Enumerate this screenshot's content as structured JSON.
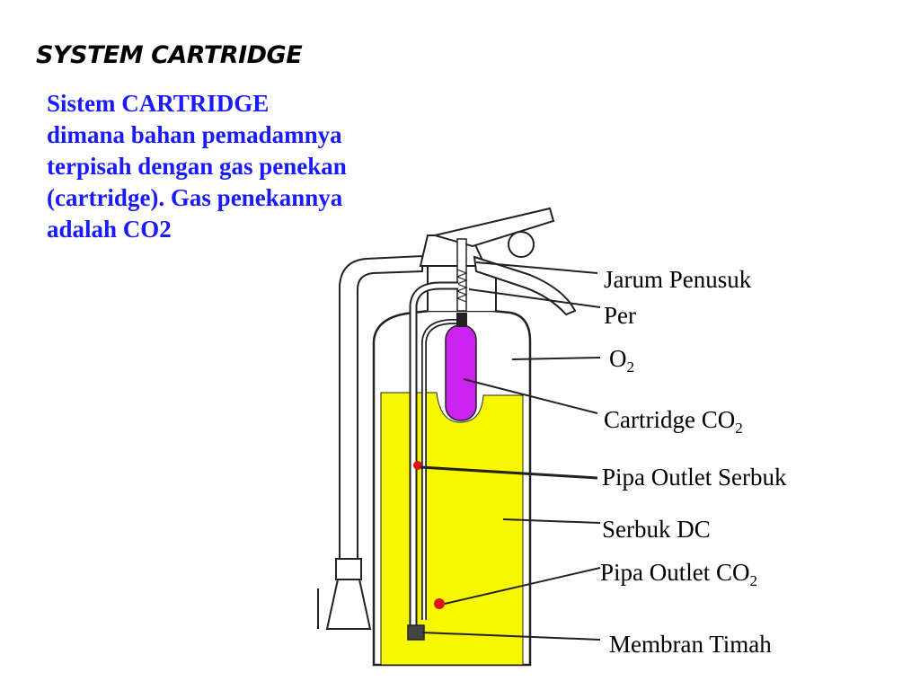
{
  "slide": {
    "title": "SYSTEM CARTRIDGE",
    "description": "Sistem CARTRIDGE dimana bahan pemadamnya terpisah dengan gas penekan (cartridge). Gas penekannya adalah CO2"
  },
  "diagram": {
    "labels": {
      "jarum": "Jarum Penusuk",
      "per": "Per",
      "o2": {
        "main": "O",
        "sub": "2"
      },
      "cartridge": {
        "main": "Cartridge CO",
        "sub": "2"
      },
      "pipa_serbuk": "Pipa Outlet Serbuk",
      "serbuk": "Serbuk DC",
      "pipa_co2": {
        "main": "Pipa Outlet CO",
        "sub": "2"
      },
      "membran": "Membran Timah"
    },
    "colors": {
      "powder": "#f7f700",
      "cartridge": "#cc22ee",
      "marker": "#dd1111",
      "outline": "#222222",
      "body": "#ffffff"
    }
  }
}
